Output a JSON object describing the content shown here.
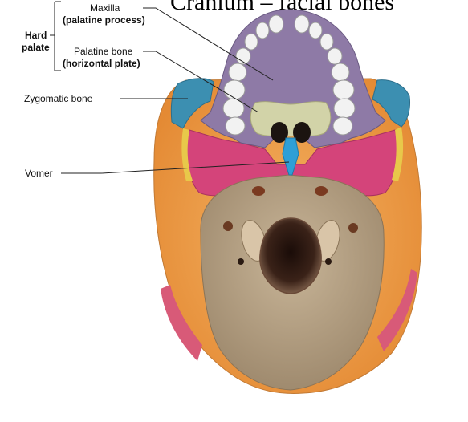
{
  "figure": {
    "title_fragment": "Cranium – facial bones",
    "labels": {
      "hard_palate_line1": "Hard",
      "hard_palate_line2": "palate",
      "maxilla_line1": "Maxilla",
      "maxilla_line2": "(palatine process)",
      "palatine_line1": "Palatine bone",
      "palatine_line2": "(horizontal plate)",
      "zygomatic": "Zygomatic bone",
      "vomer": "Vomer"
    },
    "colors": {
      "maxilla": "#8e7aa6",
      "palatine": "#d2d3a8",
      "zygomatic": "#3c8fb1",
      "vomer": "#2f9fd6",
      "sphenoid": "#d4447a",
      "temporal": "#ef9d46",
      "occipital": "#b49f83",
      "teeth": "#f2f2f2"
    }
  }
}
